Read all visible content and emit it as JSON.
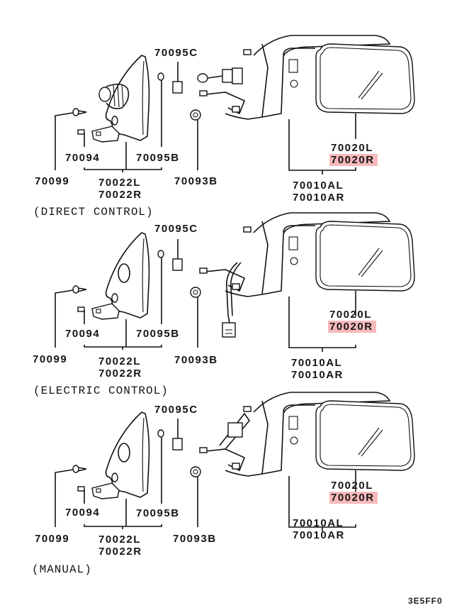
{
  "diagram": {
    "type": "exploded parts diagram",
    "subject": "outside rear-view mirror assembly",
    "highlight_color": "#f7b9bb",
    "footer_code": "3E5FF0",
    "sections": [
      {
        "caption": "(DIRECT CONTROL)",
        "parts": {
          "clip": "70095C",
          "bushing": "70095B",
          "nut": "70093B",
          "screw": "70099",
          "pin": "70094",
          "cover_l": "70022L",
          "cover_r": "70022R",
          "mirror_l": "70020L",
          "mirror_r": "70020R",
          "assy_l": "70010AL",
          "assy_r": "70010AR"
        }
      },
      {
        "caption": "(ELECTRIC CONTROL)",
        "parts": {
          "clip": "70095C",
          "bushing": "70095B",
          "nut": "70093B",
          "screw": "70099",
          "pin": "70094",
          "cover_l": "70022L",
          "cover_r": "70022R",
          "mirror_l": "70020L",
          "mirror_r": "70020R",
          "assy_l": "70010AL",
          "assy_r": "70010AR"
        }
      },
      {
        "caption": "(MANUAL)",
        "parts": {
          "clip": "70095C",
          "bushing": "70095B",
          "nut": "70093B",
          "screw": "70099",
          "pin": "70094",
          "cover_l": "70022L",
          "cover_r": "70022R",
          "mirror_l": "70020L",
          "mirror_r": "70020R",
          "assy_l": "70010AL",
          "assy_r": "70010AR"
        }
      }
    ]
  }
}
